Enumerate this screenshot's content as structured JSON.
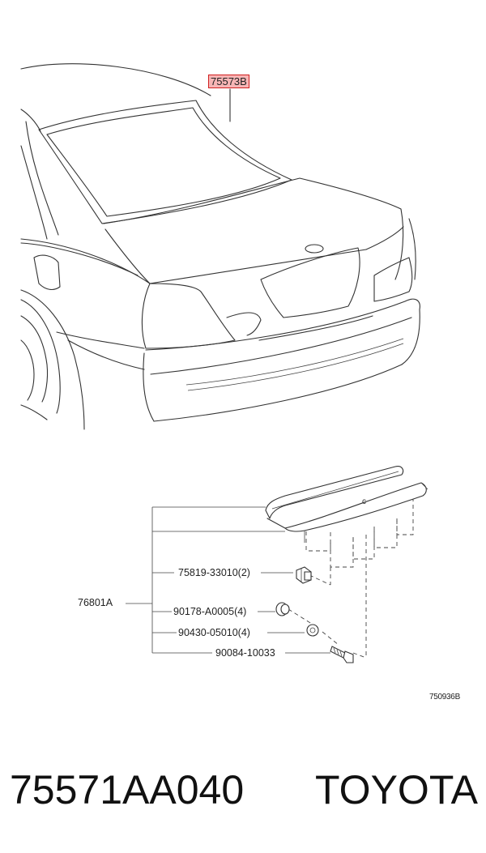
{
  "parts": {
    "highlighted_callout": "75573B",
    "assembly_number": "76801A",
    "components": [
      {
        "number": "75819-33010(2)"
      },
      {
        "number": "90178-A0005(4)"
      },
      {
        "number": "90430-05010(4)"
      },
      {
        "number": "90084-10033"
      }
    ]
  },
  "figure_number": "750936B",
  "caption": {
    "part_number": "75571AA040",
    "brand": "TOYOTA"
  },
  "colors": {
    "highlight_fill": "#f7b5b5",
    "highlight_border": "#d02020",
    "line": "#333333"
  }
}
